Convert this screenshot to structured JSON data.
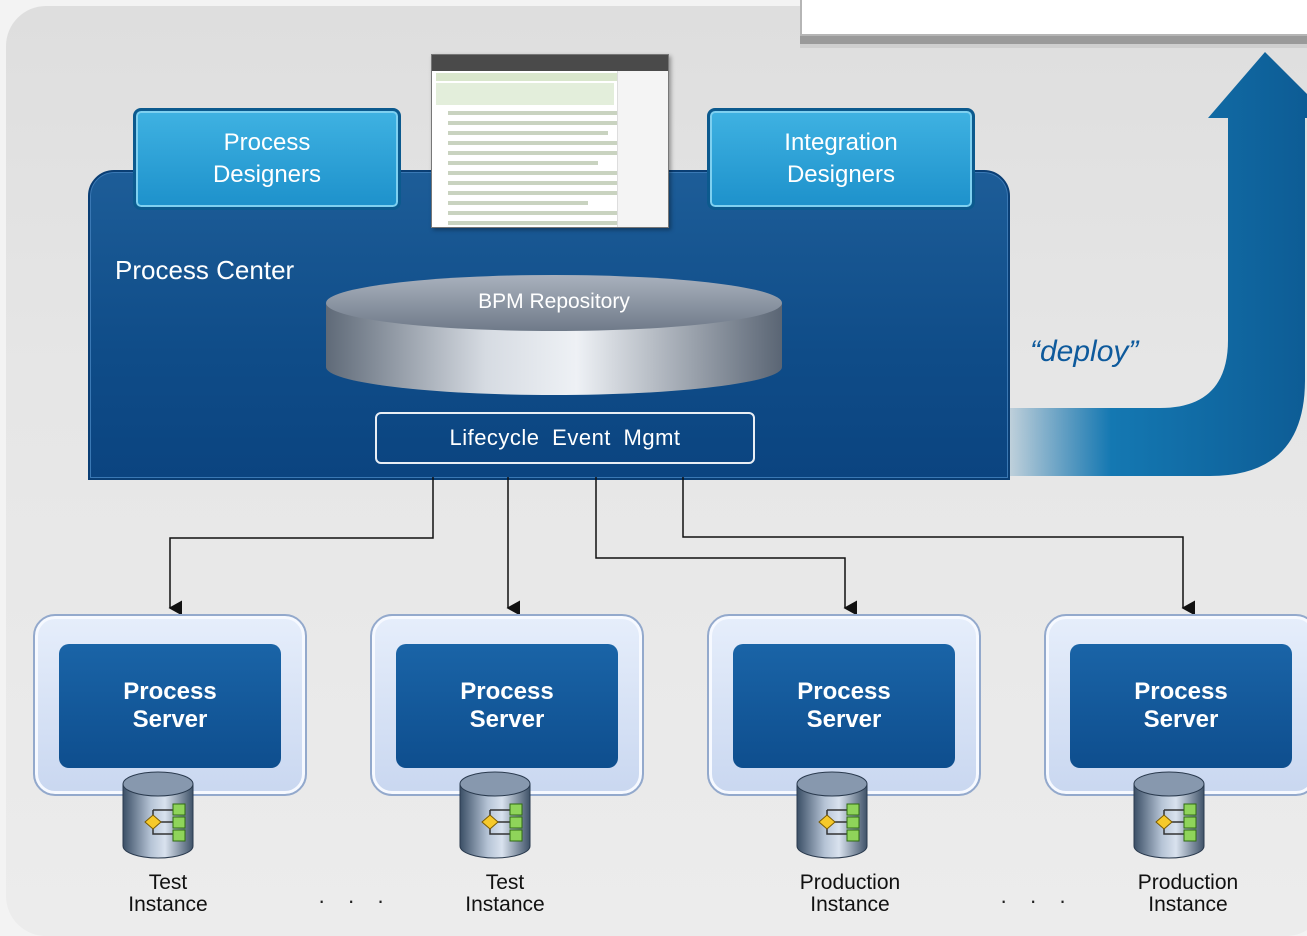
{
  "process_center": {
    "title": "Process Center",
    "repository_label": "BPM Repository",
    "lifecycle_label": "Lifecycle  Event  Mgmt"
  },
  "tabs": [
    {
      "label_line1": "Process",
      "label_line2": "Designers"
    },
    {
      "label_line1": "Integration",
      "label_line2": "Designers"
    }
  ],
  "deploy_label": "“deploy”",
  "servers": [
    {
      "line1": "Process",
      "line2": "Server",
      "inst1": "Test",
      "inst2": "Instance"
    },
    {
      "line1": "Process",
      "line2": "Server",
      "inst1": "Test",
      "inst2": "Instance"
    },
    {
      "line1": "Process",
      "line2": "Server",
      "inst1": "Production",
      "inst2": "Instance"
    },
    {
      "line1": "Process",
      "line2": "Server",
      "inst1": "Production",
      "inst2": "Instance"
    }
  ],
  "ellipsis": "· · ·",
  "colors": {
    "panel": "#0f4c88",
    "tab": "#1d91cb",
    "deploy_arrow": "#1a78b0",
    "server_inner": "#0e4e8e"
  }
}
